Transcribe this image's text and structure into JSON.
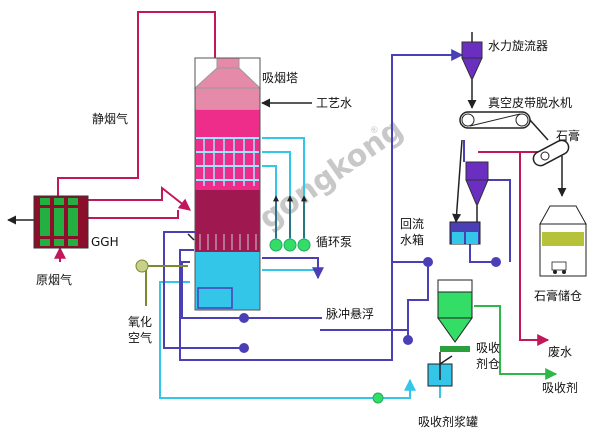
{
  "labels": {
    "absorber_tower": "吸烟塔",
    "process_water": "工艺水",
    "clean_flue_gas": "静烟气",
    "ggh": "GGH",
    "raw_flue_gas": "原烟气",
    "circulation_pump": "循环泵",
    "oxidation_air": "氧化\n空气",
    "pulse_suspension": "脉冲悬浮",
    "hydrocyclone": "水力旋流器",
    "vacuum_belt": "真空皮带脱水机",
    "gypsum": "石膏",
    "return_tank": "回流\n水箱",
    "gypsum_storage": "石膏储仓",
    "absorbent_silo": "吸收\n剂仓",
    "waste_water": "废水",
    "absorbent": "吸收剂",
    "slurry_tank": "吸收剂浆罐"
  },
  "watermark": {
    "text": "gongkong",
    "registered": "®"
  },
  "colors": {
    "flue_pipe": "#c2185b",
    "slurry_pipe": "#4a3fb5",
    "water_pipe": "#33c6e8",
    "green_pipe": "#2fb84a",
    "tower_top": "#e58aa8",
    "tower_band": "#ee2c8a",
    "tower_mid": "#a01850",
    "tower_liquid": "#33c6e8",
    "ggh_green": "#23b040",
    "ggh_red": "#8b0f2a",
    "silo_green": "#33dd66",
    "purple": "#6a2ec0"
  }
}
